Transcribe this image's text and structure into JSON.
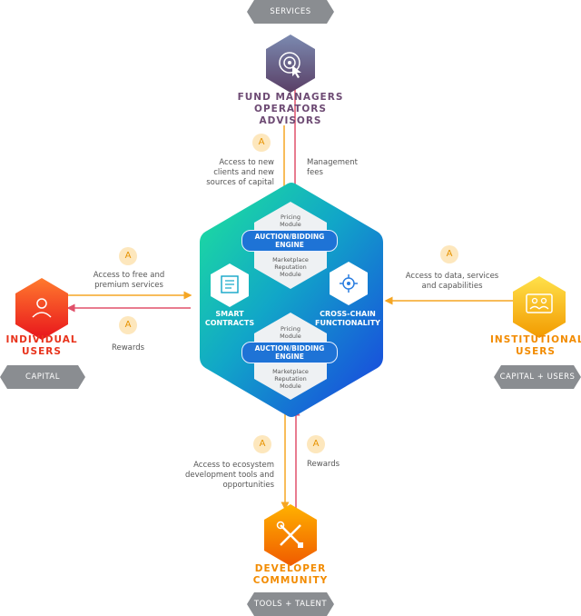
{
  "tags": {
    "services": "SERVICES",
    "capital": "CAPITAL",
    "capital_users": "CAPITAL + USERS",
    "tools_talent": "TOOLS + TALENT"
  },
  "nodes": {
    "fund_managers": [
      "FUND MANAGERS",
      "OPERATORS",
      "ADVISORS"
    ],
    "individual": [
      "INDIVIDUAL",
      "USERS"
    ],
    "institutional": [
      "INSTITUTIONAL",
      "USERS"
    ],
    "developer": [
      "DEVELOPER",
      "COMMUNITY"
    ]
  },
  "flows": {
    "top_left": [
      "Access to new",
      "clients and new",
      "sources of capital"
    ],
    "top_right": [
      "Management",
      "fees"
    ],
    "left_top": [
      "Access to free and",
      "premium services"
    ],
    "left_bottom": [
      "Rewards"
    ],
    "right": [
      "Access to data, services",
      "and capabilities"
    ],
    "bottom_left": [
      "Access to ecosystem",
      "development tools and",
      "opportunities"
    ],
    "bottom_right": [
      "Rewards"
    ]
  },
  "center": {
    "top_pricing": [
      "Pricing",
      "Module"
    ],
    "top_auction": [
      "AUCTION/BIDDING",
      "ENGINE"
    ],
    "top_market": [
      "Marketplace",
      "Reputation",
      "Module"
    ],
    "smart": [
      "SMART",
      "CONTRACTS"
    ],
    "crosschain": [
      "CROSS-CHAIN",
      "FUNCTIONALITY"
    ],
    "bottom_pricing": [
      "Pricing",
      "Module"
    ],
    "bottom_auction": [
      "AUCTION/BIDDING",
      "ENGINE"
    ],
    "bottom_market": [
      "Marketplace",
      "Reputation",
      "Module"
    ]
  },
  "token_symbol": "A",
  "colors": {
    "gray_tag": "#8a8d91",
    "purple": "#6d4a73",
    "red": "#e8331c",
    "orange": "#f28b00",
    "yellow": "#f2b600",
    "arrow_red": "#e0506a",
    "arrow_orange": "#f5a623"
  }
}
